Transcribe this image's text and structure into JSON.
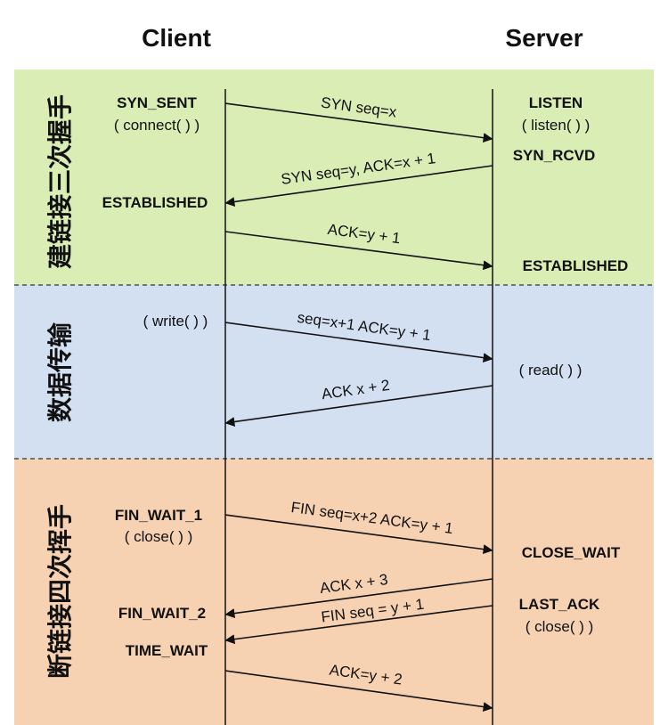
{
  "headers": {
    "client": "Client",
    "server": "Server"
  },
  "phases": [
    {
      "id": "handshake",
      "label": "建链接三次握手",
      "color": "#d9edb5"
    },
    {
      "id": "transfer",
      "label": "数据传输",
      "color": "#d3e0f2"
    },
    {
      "id": "teardown",
      "label": "断链接四次挥手",
      "color": "#f7d2b2"
    }
  ],
  "client_states": [
    {
      "id": "syn-sent",
      "text": "SYN_SENT"
    },
    {
      "id": "connect-call",
      "text": "( connect( ) )"
    },
    {
      "id": "established",
      "text": "ESTABLISHED"
    },
    {
      "id": "write-call",
      "text": "( write( ) )"
    },
    {
      "id": "fin-wait-1",
      "text": "FIN_WAIT_1"
    },
    {
      "id": "close-call",
      "text": "( close( ) )"
    },
    {
      "id": "fin-wait-2",
      "text": "FIN_WAIT_2"
    },
    {
      "id": "time-wait",
      "text": "TIME_WAIT"
    }
  ],
  "server_states": [
    {
      "id": "listen",
      "text": "LISTEN"
    },
    {
      "id": "listen-call",
      "text": "( listen( ) )"
    },
    {
      "id": "syn-rcvd",
      "text": "SYN_RCVD"
    },
    {
      "id": "established",
      "text": "ESTABLISHED"
    },
    {
      "id": "read-call",
      "text": "( read( ) )"
    },
    {
      "id": "close-wait",
      "text": "CLOSE_WAIT"
    },
    {
      "id": "last-ack",
      "text": "LAST_ACK"
    },
    {
      "id": "close-call",
      "text": "( close( ) )"
    }
  ],
  "messages": [
    {
      "id": "syn",
      "text": "SYN seq=x",
      "direction": "client-to-server"
    },
    {
      "id": "syn-ack",
      "text": "SYN seq=y, ACK=x + 1",
      "direction": "server-to-client"
    },
    {
      "id": "ack-1",
      "text": "ACK=y + 1",
      "direction": "client-to-server"
    },
    {
      "id": "data",
      "text": "seq=x+1 ACK=y + 1",
      "direction": "client-to-server"
    },
    {
      "id": "ack-data",
      "text": "ACK x + 2",
      "direction": "server-to-client"
    },
    {
      "id": "fin-1",
      "text": "FIN seq=x+2 ACK=y + 1",
      "direction": "client-to-server"
    },
    {
      "id": "ack-fin-1",
      "text": "ACK x + 3",
      "direction": "server-to-client"
    },
    {
      "id": "fin-2",
      "text": "FIN seq = y + 1",
      "direction": "server-to-client"
    },
    {
      "id": "ack-fin-2",
      "text": "ACK=y + 2",
      "direction": "client-to-server"
    }
  ]
}
